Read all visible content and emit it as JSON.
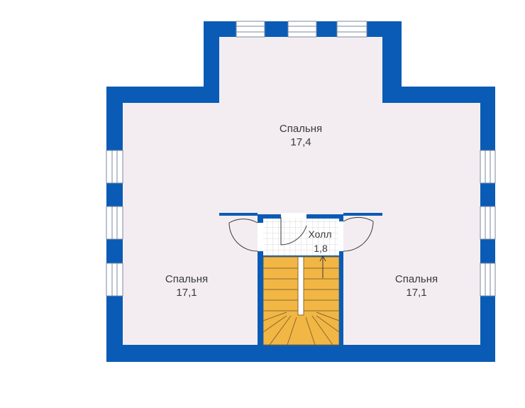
{
  "colors": {
    "wall": "#0a5bb5",
    "room_fill": "#f3edf1",
    "stair_fill": "#f2b645",
    "stair_line": "#8a6a2a",
    "window_fill": "#ffffff",
    "hall_tile": "#d9d9d9"
  },
  "rooms": {
    "bedroom_top": {
      "name": "Спальня",
      "area": "17,4"
    },
    "bedroom_left": {
      "name": "Спальня",
      "area": "17,1"
    },
    "bedroom_right": {
      "name": "Спальня",
      "area": "17,1"
    },
    "hall": {
      "name": "Холл",
      "area": "1,8"
    }
  }
}
